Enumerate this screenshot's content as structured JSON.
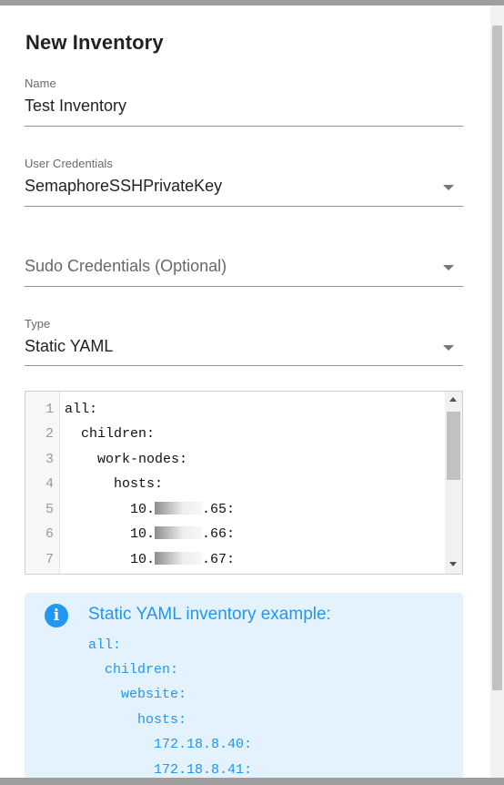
{
  "dialog": {
    "title": "New Inventory"
  },
  "form": {
    "name": {
      "label": "Name",
      "value": "Test Inventory"
    },
    "user_credentials": {
      "label": "User Credentials",
      "value": "SemaphoreSSHPrivateKey"
    },
    "sudo_credentials": {
      "placeholder": "Sudo Credentials (Optional)"
    },
    "type": {
      "label": "Type",
      "value": "Static YAML"
    }
  },
  "editor": {
    "line_numbers": [
      "1",
      "2",
      "3",
      "4",
      "5",
      "6",
      "7"
    ],
    "lines": [
      "all:",
      "  children:",
      "    work-nodes:",
      "      hosts:",
      "        10.",
      "        10.",
      "        10."
    ],
    "host_suffixes": [
      ".65:",
      ".66:",
      ".67:"
    ]
  },
  "alert": {
    "icon": "info-icon",
    "title": "Static YAML inventory example:",
    "example_lines": [
      "all:",
      "  children:",
      "    website:",
      "      hosts:",
      "        172.18.8.40:",
      "        172.18.8.41:"
    ]
  },
  "colors": {
    "accent": "#2196f3",
    "alert_background": "#e3f2fd",
    "text_primary": "rgba(0,0,0,0.87)"
  }
}
